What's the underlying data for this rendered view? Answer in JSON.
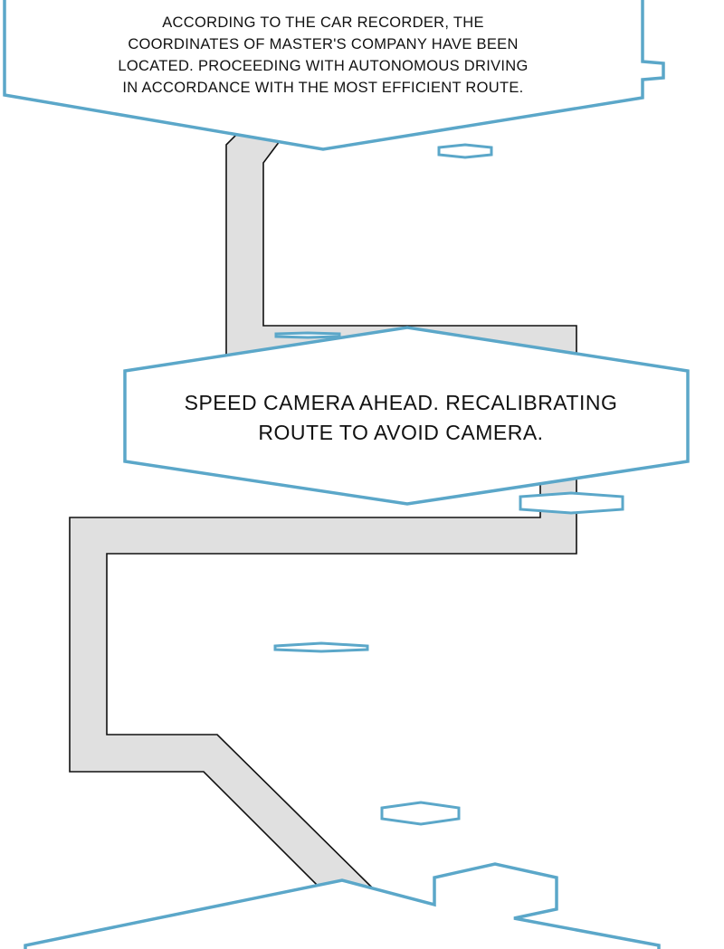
{
  "colors": {
    "bubble_border": "#5ba7c9",
    "road_fill": "#e0e0e0",
    "road_outline": "#111111"
  },
  "bubble_top": {
    "lines": [
      "ACCORDING TO THE CAR RECORDER, THE",
      "COORDINATES OF MASTER'S COMPANY HAVE BEEN",
      "LOCATED. PROCEEDING WITH AUTONOMOUS DRIVING",
      "IN ACCORDANCE WITH THE MOST EFFICIENT ROUTE."
    ]
  },
  "bubble_middle": {
    "lines": [
      "SPEED CAMERA AHEAD. RECALIBRATING",
      "ROUTE TO AVOID CAMERA."
    ]
  }
}
